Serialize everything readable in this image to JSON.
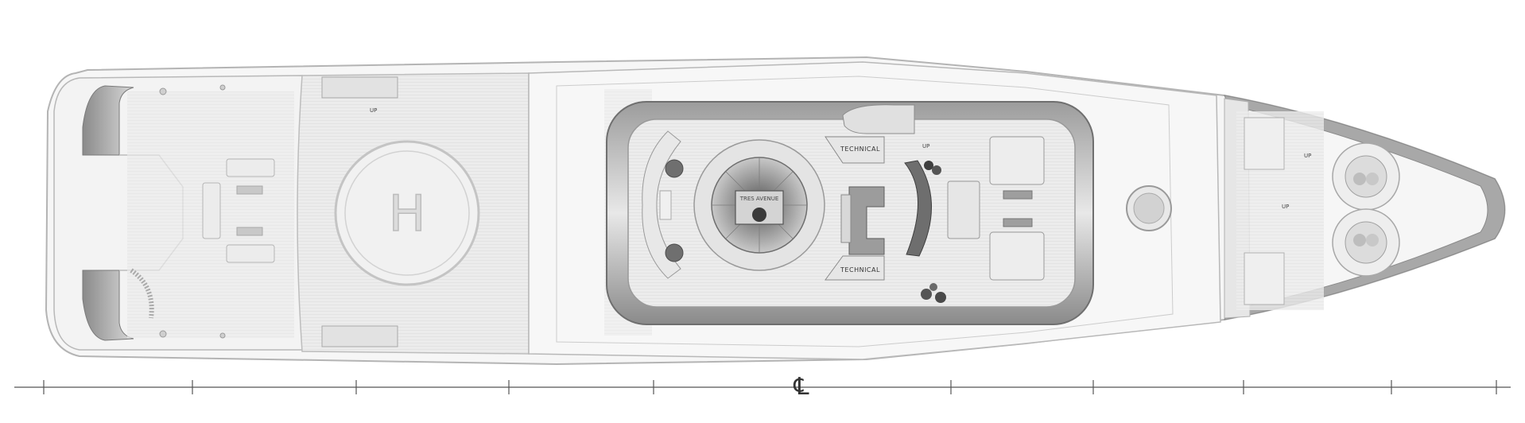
{
  "plan": {
    "labels": {
      "technical_top": "TECHNICAL",
      "technical_bottom": "TECHNICAL",
      "tender_garage": "TRES AVENUE",
      "helipad_mark": "H",
      "up_marks": [
        "UP",
        "UP",
        "UP",
        "UP"
      ]
    },
    "scale": {
      "tick_count": 11,
      "centerline_symbol": "℄"
    },
    "colors": {
      "hull_outline": "#9a9a9a",
      "deck_fill": "#f2f2f2",
      "dark_band": "#7a7a7a",
      "wood_deck": "#e4e4e4",
      "furniture": "#cfcfcf"
    }
  }
}
